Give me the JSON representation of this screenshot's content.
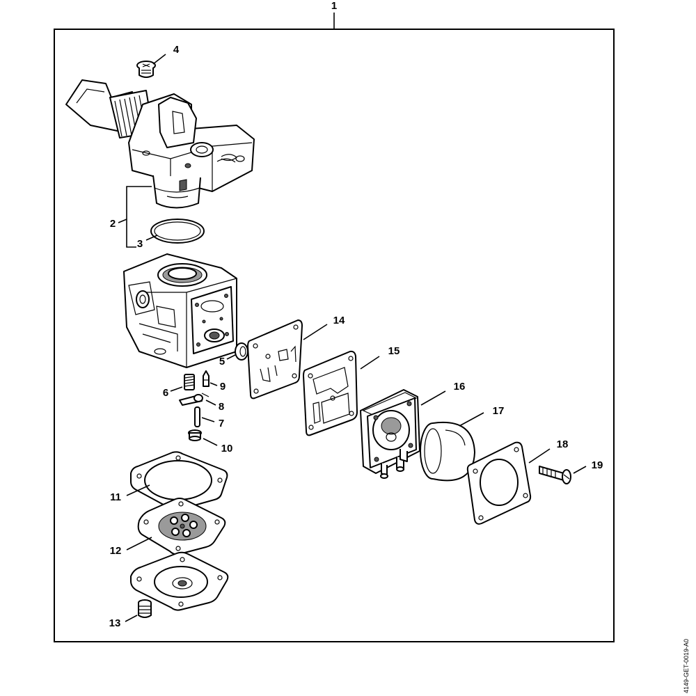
{
  "diagram": {
    "assembly_label": "1",
    "document_code": "4149-GET-0019-A0",
    "callouts": [
      "2",
      "3",
      "4",
      "5",
      "6",
      "7",
      "8",
      "9",
      "10",
      "11",
      "12",
      "13",
      "14",
      "15",
      "16",
      "17",
      "18",
      "19"
    ]
  }
}
